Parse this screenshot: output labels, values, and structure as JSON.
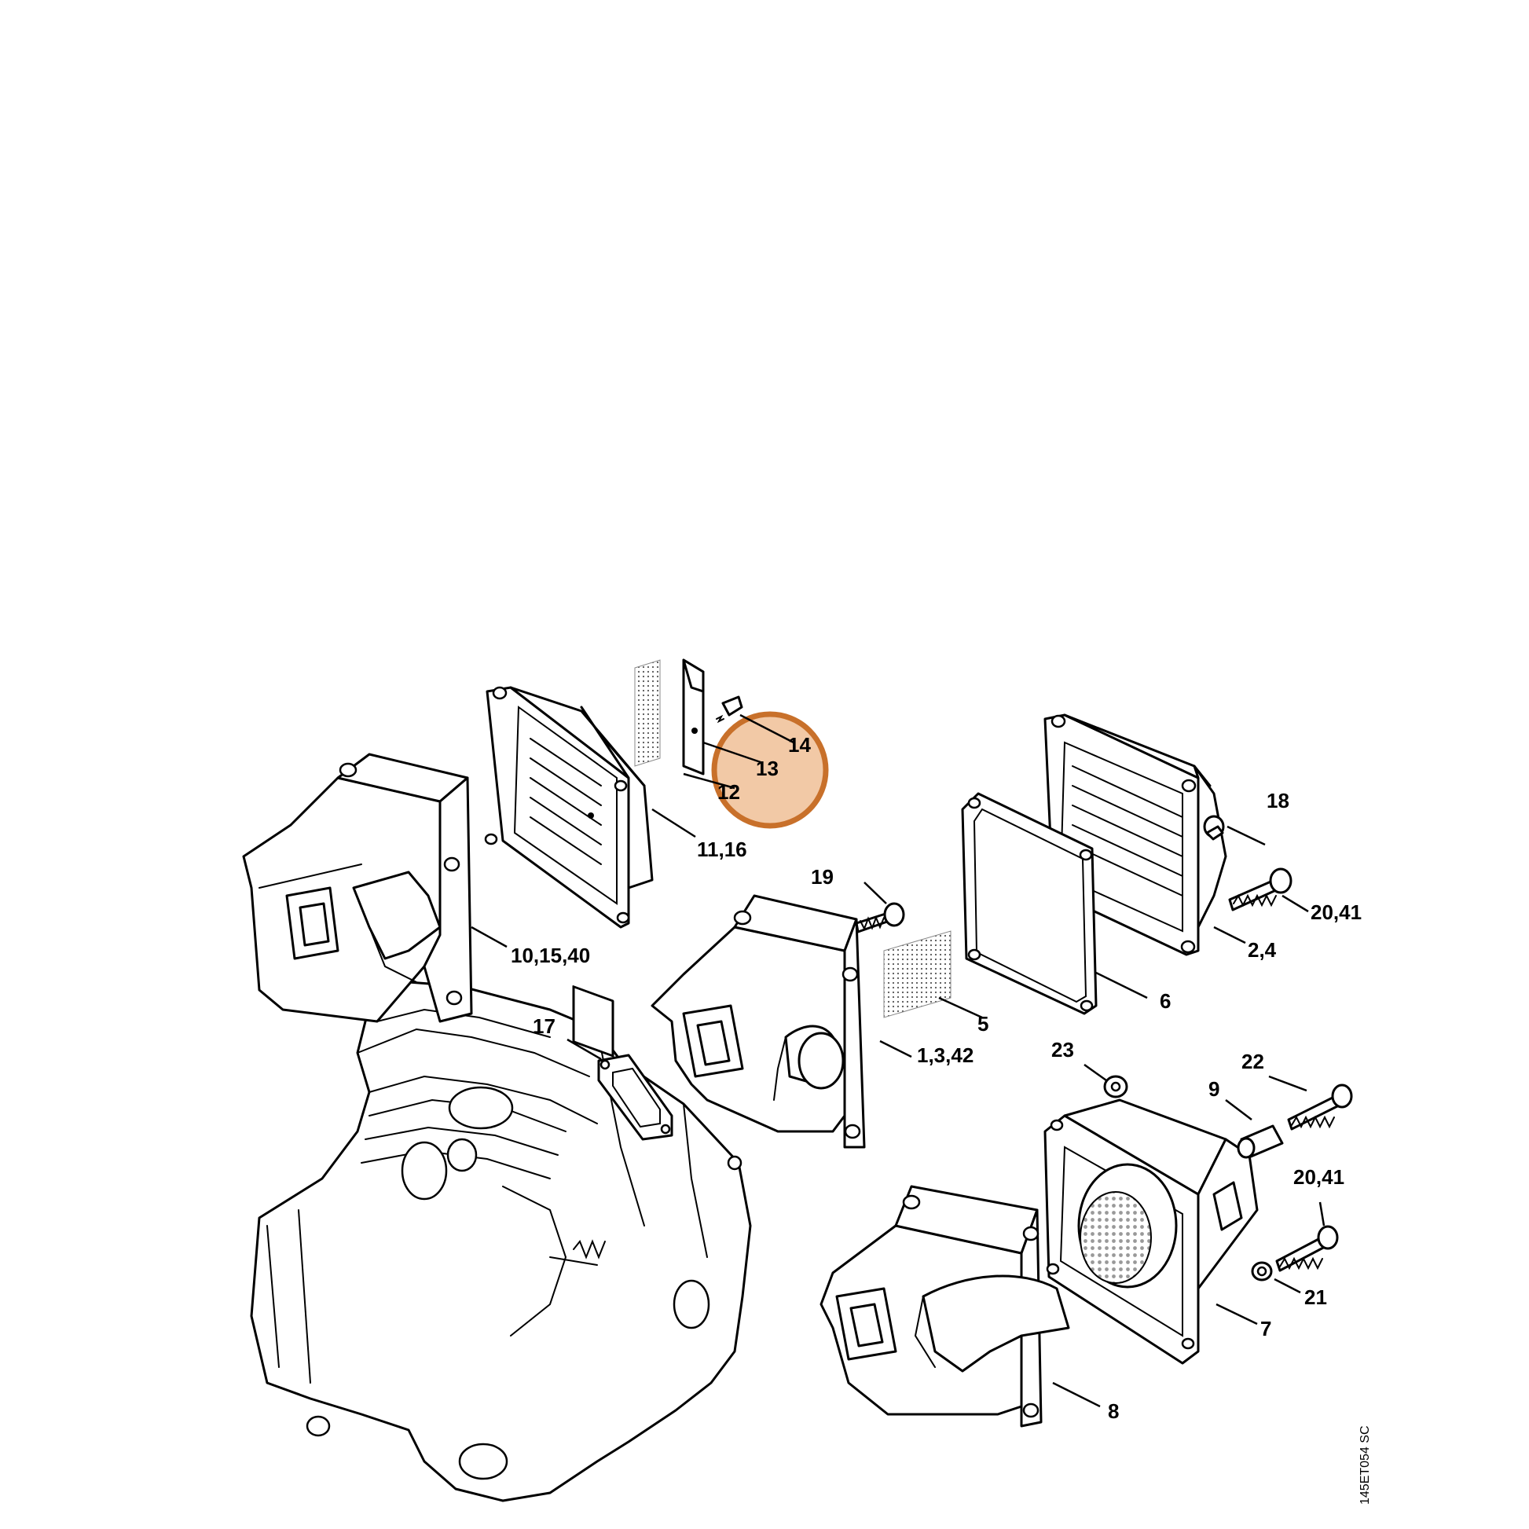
{
  "diagram": {
    "catalog_code": "145ET054 SC",
    "highlight_color": "#c8702a",
    "highlight_fill": "#f2c9a6",
    "callouts": [
      {
        "id": "14",
        "text": "14"
      },
      {
        "id": "13",
        "text": "13"
      },
      {
        "id": "12",
        "text": "12"
      },
      {
        "id": "11-16",
        "text": "11,16"
      },
      {
        "id": "10-15-40",
        "text": "10,15,40"
      },
      {
        "id": "19",
        "text": "19"
      },
      {
        "id": "18",
        "text": "18"
      },
      {
        "id": "20-41-a",
        "text": "20,41"
      },
      {
        "id": "2-4",
        "text": "2,4"
      },
      {
        "id": "6",
        "text": "6"
      },
      {
        "id": "5",
        "text": "5"
      },
      {
        "id": "1-3-42",
        "text": "1,3,42"
      },
      {
        "id": "17",
        "text": "17"
      },
      {
        "id": "23",
        "text": "23"
      },
      {
        "id": "22",
        "text": "22"
      },
      {
        "id": "9",
        "text": "9"
      },
      {
        "id": "20-41-b",
        "text": "20,41"
      },
      {
        "id": "21",
        "text": "21"
      },
      {
        "id": "7",
        "text": "7"
      },
      {
        "id": "8",
        "text": "8"
      }
    ]
  }
}
